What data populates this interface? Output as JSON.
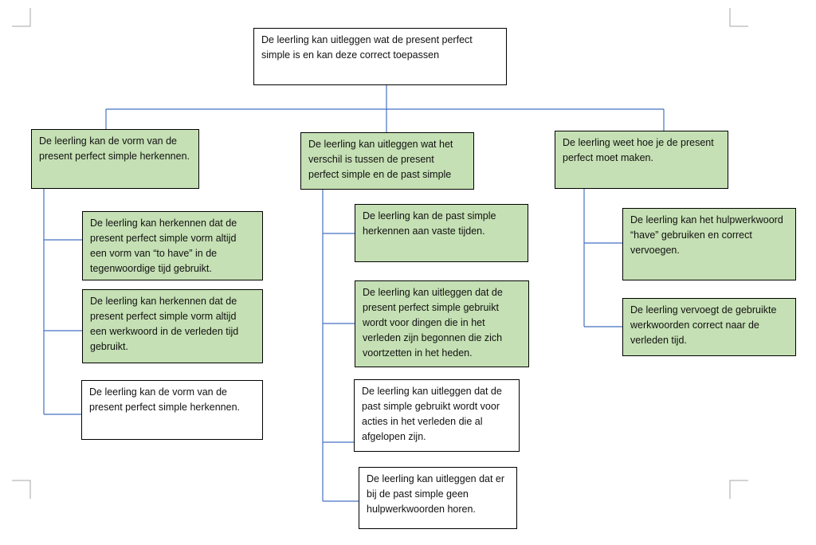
{
  "colors": {
    "connector": "#4472c4",
    "green_fill": "#c5e0b4",
    "white_fill": "#ffffff",
    "corner_marks": "#a6a6a6"
  },
  "root": {
    "text": "De leerling kan uitleggen wat de present perfect simple is en kan deze correct toepassen",
    "fill": "white"
  },
  "branches": [
    {
      "text": "De leerling kan de vorm van de present perfect simple herkennen.",
      "fill": "green",
      "children": [
        {
          "text": "De leerling kan herkennen dat de present perfect simple vorm altijd een vorm van “to have” in de tegenwoordige tijd gebruikt.",
          "fill": "green"
        },
        {
          "text": "De leerling kan herkennen dat de present perfect simple vorm altijd een werkwoord in de verleden tijd gebruikt.",
          "fill": "green"
        },
        {
          "text": "De leerling kan de vorm van de present perfect simple herkennen.",
          "fill": "white"
        }
      ]
    },
    {
      "text": "De leerling kan uitleggen wat het verschil is tussen de present perfect simple en de past simple",
      "fill": "green",
      "children": [
        {
          "text": "De leerling kan de past simple herkennen aan vaste tijden.",
          "fill": "green"
        },
        {
          "text": "De leerling kan uitleggen dat de present perfect simple gebruikt wordt voor dingen die in het verleden zijn begonnen die zich voortzetten in het heden.",
          "fill": "green"
        },
        {
          "text": "De leerling kan uitleggen dat de past simple gebruikt wordt voor acties in het verleden die al afgelopen zijn.",
          "fill": "white"
        },
        {
          "text": "De leerling kan uitleggen dat er bij de past simple geen hulpwerkwoorden horen.",
          "fill": "white"
        }
      ]
    },
    {
      "text": "De leerling weet hoe je de present perfect moet maken.",
      "fill": "green",
      "children": [
        {
          "text": "De leerling kan het hulpwerkwoord “have” gebruiken en correct vervoegen.",
          "fill": "green"
        },
        {
          "text": "De leerling vervoegt de gebruikte werkwoorden correct naar de verleden tijd.",
          "fill": "green"
        }
      ]
    }
  ]
}
